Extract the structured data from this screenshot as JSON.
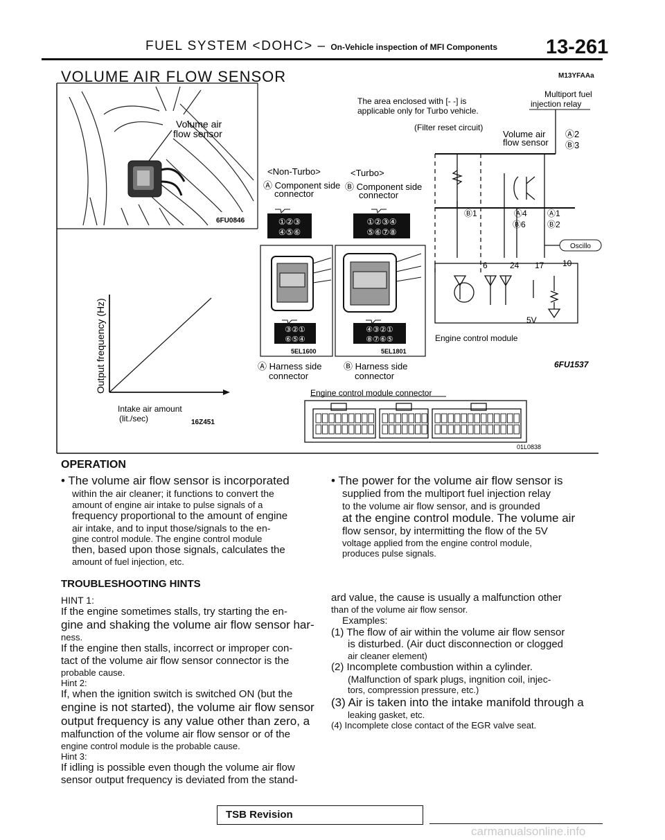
{
  "header": {
    "system": "FUEL SYSTEM <DOHC>",
    "dash": "–",
    "subtitle": "On-Vehicle inspection of MFI Components",
    "page_number": "13-261"
  },
  "section": {
    "title": "VOLUME AIR FLOW SENSOR",
    "code": "M13YFAAa"
  },
  "figure": {
    "photo_label_1": "Volume air",
    "photo_label_2": "flow sensor",
    "photo_code": "6FU0846",
    "graph_ylabel": "Output frequency (Hz)",
    "graph_xlabel_1": "Intake air amount",
    "graph_xlabel_2": "(lit./sec)",
    "graph_code": "16Z451",
    "non_turbo": "<Non-Turbo>",
    "turbo": "<Turbo>",
    "comp_a_1": "Ⓐ Component side",
    "comp_a_2": "connector",
    "comp_b_1": "Ⓑ Component side",
    "comp_b_2": "connector",
    "pins_a_top": "①②③",
    "pins_a_bot": "④⑤⑥",
    "pins_b_top": "①②③④",
    "pins_b_bot": "⑤⑥⑦⑧",
    "harness_a_top": "③②①",
    "harness_a_bot": "⑥⑤④",
    "harness_b_top": "④③②①",
    "harness_b_bot": "⑧⑦⑥⑤",
    "code_a": "5EL1600",
    "code_b": "5EL1801",
    "harness_a_1": "Ⓐ Harness side",
    "harness_a_2": "connector",
    "harness_b_1": "Ⓑ Harness side",
    "harness_b_2": "connector",
    "note_1": "The area enclosed with [- -] is",
    "note_2": "applicable only for Turbo vehicle.",
    "relay_1": "Multiport fuel",
    "relay_2": "injection relay",
    "filter": "(Filter reset circuit)",
    "vafs_1": "Volume air",
    "vafs_2": "flow sensor",
    "pin_a2": "Ⓐ2",
    "pin_b3": "Ⓑ3",
    "pin_b1": "Ⓑ1",
    "pin_a4": "Ⓐ4",
    "pin_a1": "Ⓐ1",
    "pin_b6": "Ⓑ6",
    "pin_b2": "Ⓑ2",
    "oscillo": "Oscillo",
    "term_6": "6",
    "term_24": "24",
    "term_17": "17",
    "term_10": "10",
    "v5": "5V",
    "ecm": "Engine control module",
    "circuit_code": "6FU1537",
    "ecm_conn": "Engine control module connector",
    "conn_code": "01L0838"
  },
  "operation": {
    "title": "OPERATION",
    "bullet_1_lines": [
      "• The volume air flow sensor is incorporated",
      "within the air cleaner; it functions to convert the",
      "amount of engine air intake to pulse signals of a",
      "frequency proportional to the amount of engine",
      "air intake, and to input those/signals to the en-",
      "gine control module. The engine control module",
      "then, based upon those signals, calculates the",
      "amount of fuel injection, etc."
    ],
    "bullet_2_lines": [
      "• The power for the volume air flow sensor is",
      "supplied from the multiport fuel injection relay",
      "to the volume air flow sensor, and is grounded",
      "at the engine control module. The volume air",
      "flow sensor, by intermitting the flow of the 5V",
      "voltage applied from the engine control module,",
      "produces pulse signals."
    ]
  },
  "troubleshooting": {
    "title": "TROUBLESHOOTING HINTS",
    "hint1": "HINT 1:",
    "hint1_lines": [
      "If the engine sometimes stalls, try starting the en-",
      "gine and shaking the volume air flow sensor har-",
      "ness.",
      "If the engine then stalls, incorrect or improper con-",
      "tact of the volume air flow sensor connector is the",
      "probable cause."
    ],
    "hint2": "Hint 2:",
    "hint2_lines": [
      "If, when the ignition switch is switched ON (but the",
      "engine is not started), the volume air flow sensor",
      "output frequency is any value other than zero, a",
      "malfunction of the volume air flow sensor or of the",
      "engine control module is the probable cause."
    ],
    "hint3": "Hint 3:",
    "hint3_lines": [
      "If idling is possible even though the volume air flow",
      "sensor output frequency is deviated from the stand-"
    ],
    "right_lines": [
      "ard value, the cause is usually a malfunction other",
      "than of the volume air flow sensor."
    ],
    "examples": "Examples:",
    "ex1_1": "(1) The flow of air within the volume air flow sensor",
    "ex1_2": "is disturbed. (Air duct disconnection or clogged",
    "ex1_3": "air cleaner element)",
    "ex2_1": "(2) Incomplete combustion within a cylinder.",
    "ex2_2": "(Malfunction of spark plugs, ingnition coil, injec-",
    "ex2_3": "tors, compression pressure, etc.)",
    "ex3_1": "(3) Air is taken into the intake manifold through a",
    "ex3_2": "leaking gasket, etc.",
    "ex4": "(4) Incomplete close contact of the EGR valve seat."
  },
  "footer": {
    "tsb": "TSB Revision",
    "watermark": "carmanualsonline.info"
  }
}
